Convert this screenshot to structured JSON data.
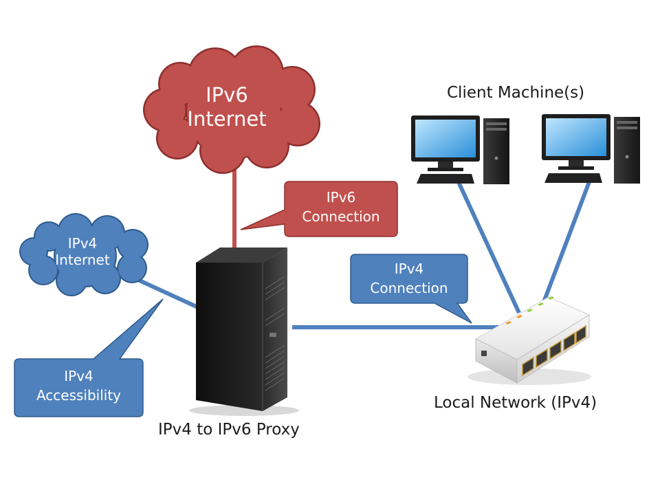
{
  "colors": {
    "link_blue": "#4f81bd",
    "link_red": "#c0504d",
    "cloud_red": "#c0504d",
    "cloud_red_edge": "#8c2f2d",
    "cloud_blue": "#4f81bd",
    "cloud_blue_edge": "#2e5a8c",
    "callout_blue": "#4f81bd",
    "callout_red": "#c0504d",
    "text_dark": "#1a1a1a"
  },
  "clouds": {
    "ipv6": {
      "line1": "IPv6",
      "line2": "Internet"
    },
    "ipv4": {
      "line1": "IPv4",
      "line2": "Internet"
    }
  },
  "callouts": {
    "ipv6_connection": {
      "line1": "IPv6",
      "line2": "Connection"
    },
    "ipv4_connection": {
      "line1": "IPv4",
      "line2": "Connection"
    },
    "ipv4_accessibility": {
      "line1": "IPv4",
      "line2": "Accessibility"
    }
  },
  "labels": {
    "client_machines": "Client Machine(s)",
    "proxy": "IPv4 to IPv6 Proxy",
    "local_network": "Local Network (IPv4)"
  },
  "icons": {
    "server": "server-tower-icon",
    "switch": "network-switch-icon",
    "client1": "desktop-computer-icon",
    "client2": "desktop-computer-icon"
  }
}
